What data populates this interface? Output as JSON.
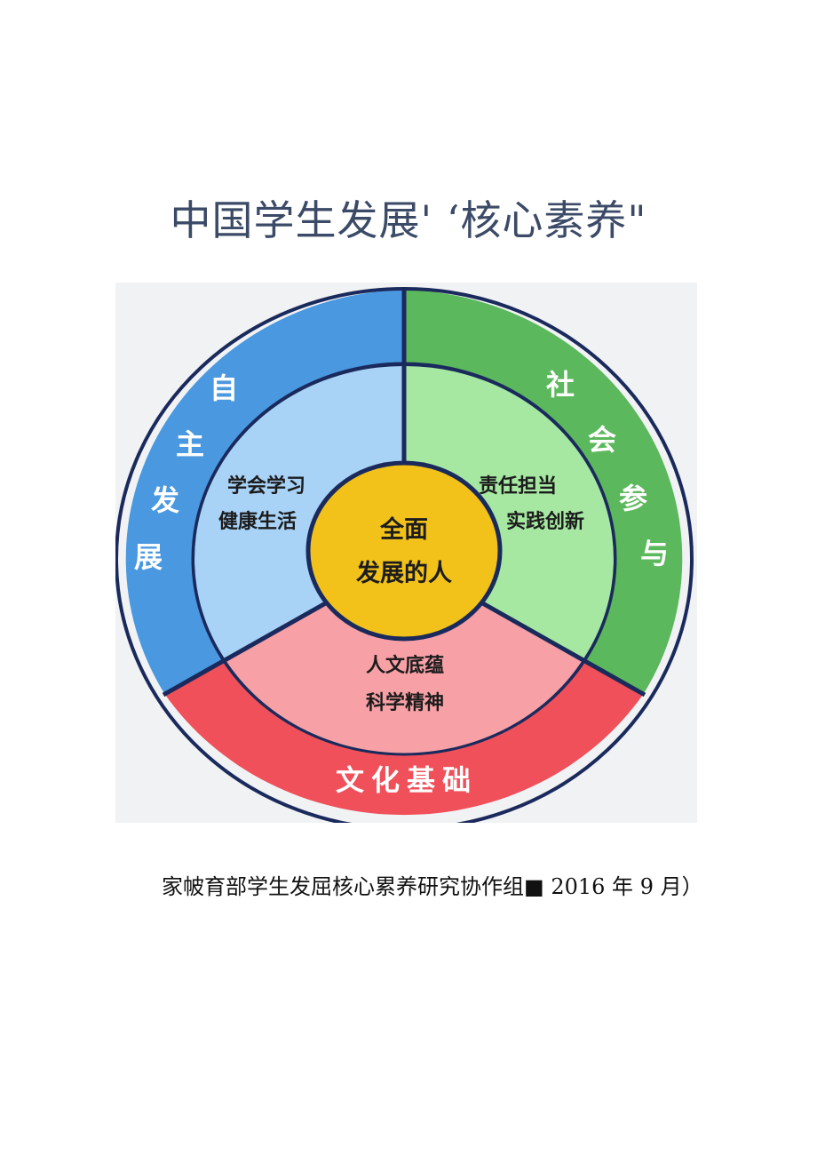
{
  "title": "中国学生发展' ‘核心素养\"",
  "diagram": {
    "center": {
      "line1": "全面",
      "line2": "发展的人",
      "color": "#f2c21a"
    },
    "outer": {
      "left": {
        "chars": [
          "自",
          "主",
          "发",
          "展"
        ],
        "color": "#4a98e0"
      },
      "right": {
        "chars": [
          "社",
          "会",
          "参",
          "与"
        ],
        "color": "#5cb85c"
      },
      "bottom": {
        "text": "文化基础",
        "color": "#f0505a"
      }
    },
    "inner": {
      "left": {
        "line1": "学会学习",
        "line2": "健康生活",
        "color": "#a8d2f6"
      },
      "right": {
        "line1": "责任担当",
        "line2": "实践创新",
        "color": "#a6e8a2"
      },
      "bottom": {
        "line1": "人文底蕴",
        "line2": "科学精神",
        "color": "#f7a0a6"
      }
    },
    "ring_border_color": "#1a2a5c"
  },
  "caption": {
    "text": "家帔育部学生发屈核心累养研究协作组■",
    "year": "2016",
    "year_unit": "年",
    "month": "9",
    "month_unit": "月）"
  }
}
